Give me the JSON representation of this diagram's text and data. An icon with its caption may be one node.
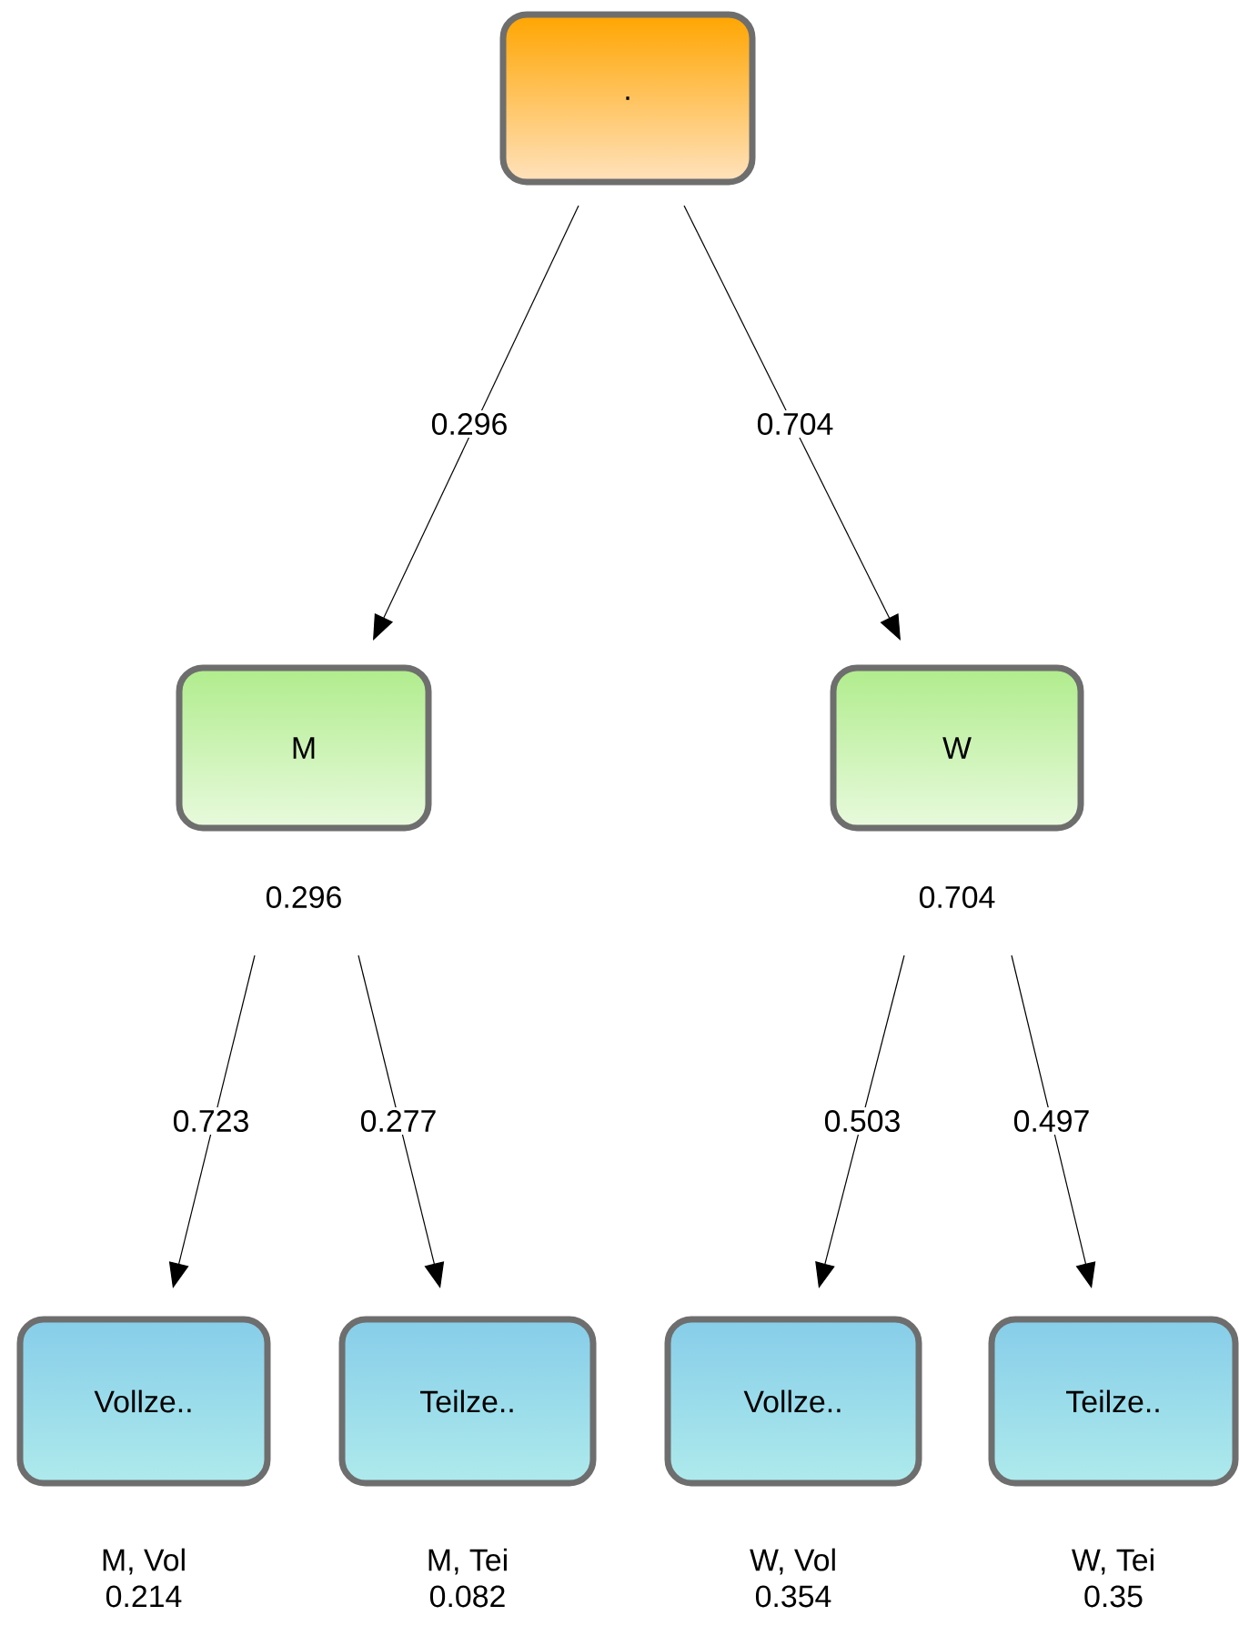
{
  "diagram": {
    "nodes": [
      {
        "text": [
          "."
        ]
      },
      {
        "text": [
          "M"
        ],
        "beside": [
          "0.296"
        ]
      },
      {
        "text": [
          "W"
        ],
        "beside": [
          "0.704"
        ]
      },
      {
        "text": [
          "Vollze.."
        ],
        "beside": [
          "M, Vol",
          "0.214"
        ]
      },
      {
        "text": [
          "Teilze.."
        ],
        "beside": [
          "M, Tei",
          "0.082"
        ]
      },
      {
        "text": [
          "Vollze.."
        ],
        "beside": [
          "W, Vol",
          "0.354"
        ]
      },
      {
        "text": [
          "Teilze.."
        ],
        "beside": [
          "W, Tei",
          "0.35"
        ]
      }
    ],
    "edges": [
      {
        "from": 0,
        "to": 1,
        "arrow": "to",
        "label": "0.296"
      },
      {
        "from": 0,
        "to": 2,
        "arrow": "to",
        "label": "0.704"
      },
      {
        "from": 1,
        "to": 3,
        "arrow": "to",
        "label": "0.723"
      },
      {
        "from": 1,
        "to": 4,
        "arrow": "to",
        "label": "0.277"
      },
      {
        "from": 2,
        "to": 5,
        "arrow": "to",
        "label": "0.503"
      },
      {
        "from": 2,
        "to": 6,
        "arrow": "to",
        "label": "0.497"
      }
    ]
  }
}
